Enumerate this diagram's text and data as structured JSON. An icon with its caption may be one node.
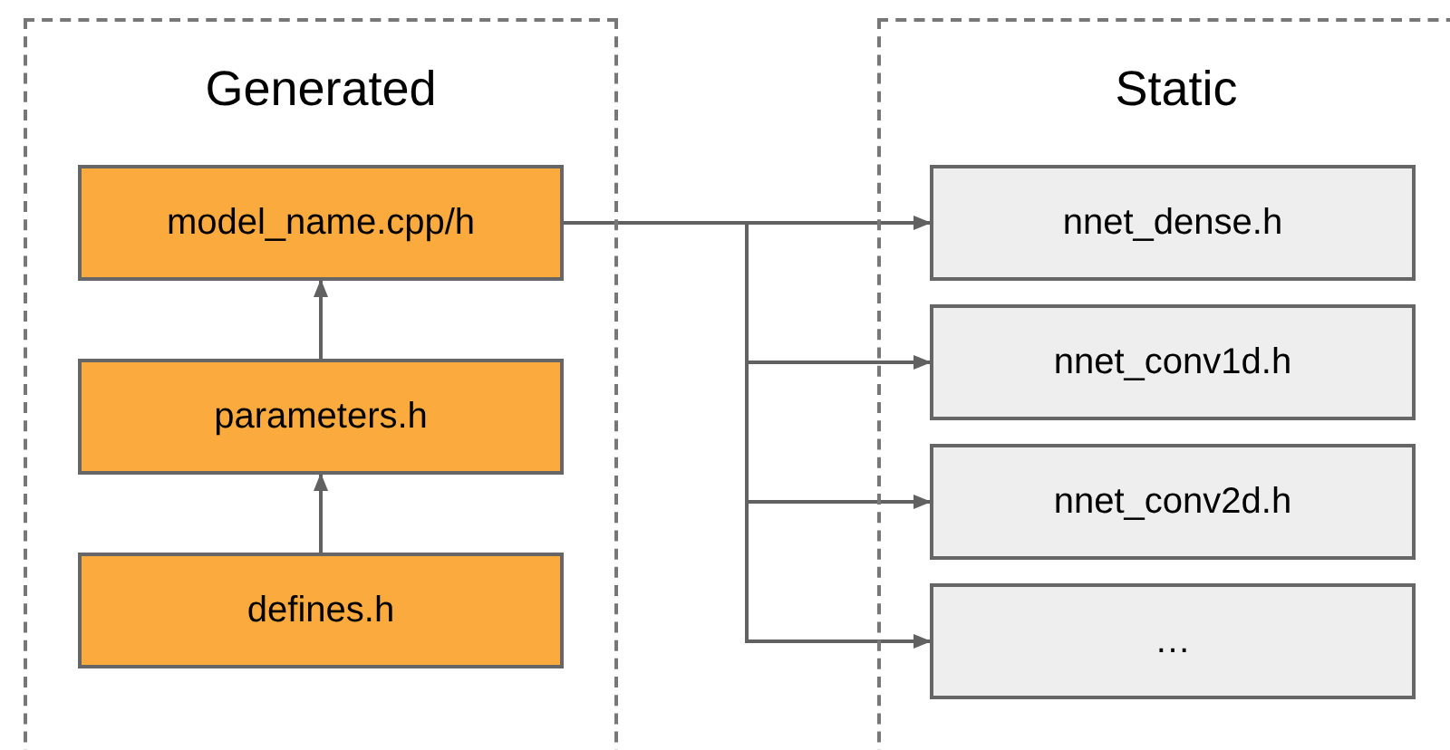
{
  "diagram": {
    "nodes": [
      {
        "text": [
          "Generated"
        ]
      },
      {
        "text": [
          "model_name.cpp/h"
        ],
        "in": 0
      },
      {
        "text": [
          "parameters.h"
        ],
        "in": 0
      },
      {
        "text": [
          "defines.h"
        ],
        "in": 0
      },
      {
        "text": [
          "Static"
        ]
      },
      {
        "text": [
          "nnet_dense.h"
        ],
        "in": 4
      },
      {
        "text": [
          "nnet_conv1d.h"
        ],
        "in": 4
      },
      {
        "text": [
          "nnet_conv2d.h"
        ],
        "in": 4
      },
      {
        "text": [
          "…"
        ],
        "in": 4
      }
    ],
    "edges": [
      {
        "from": 3,
        "to": 2,
        "arrow": "to"
      },
      {
        "from": 2,
        "to": 1,
        "arrow": "to"
      },
      {
        "from": 1,
        "to": 5,
        "arrow": "to"
      },
      {
        "from": 1,
        "to": 6,
        "arrow": "to"
      },
      {
        "from": 1,
        "to": 7,
        "arrow": "to"
      },
      {
        "from": 1,
        "to": 8,
        "arrow": "to"
      }
    ]
  }
}
